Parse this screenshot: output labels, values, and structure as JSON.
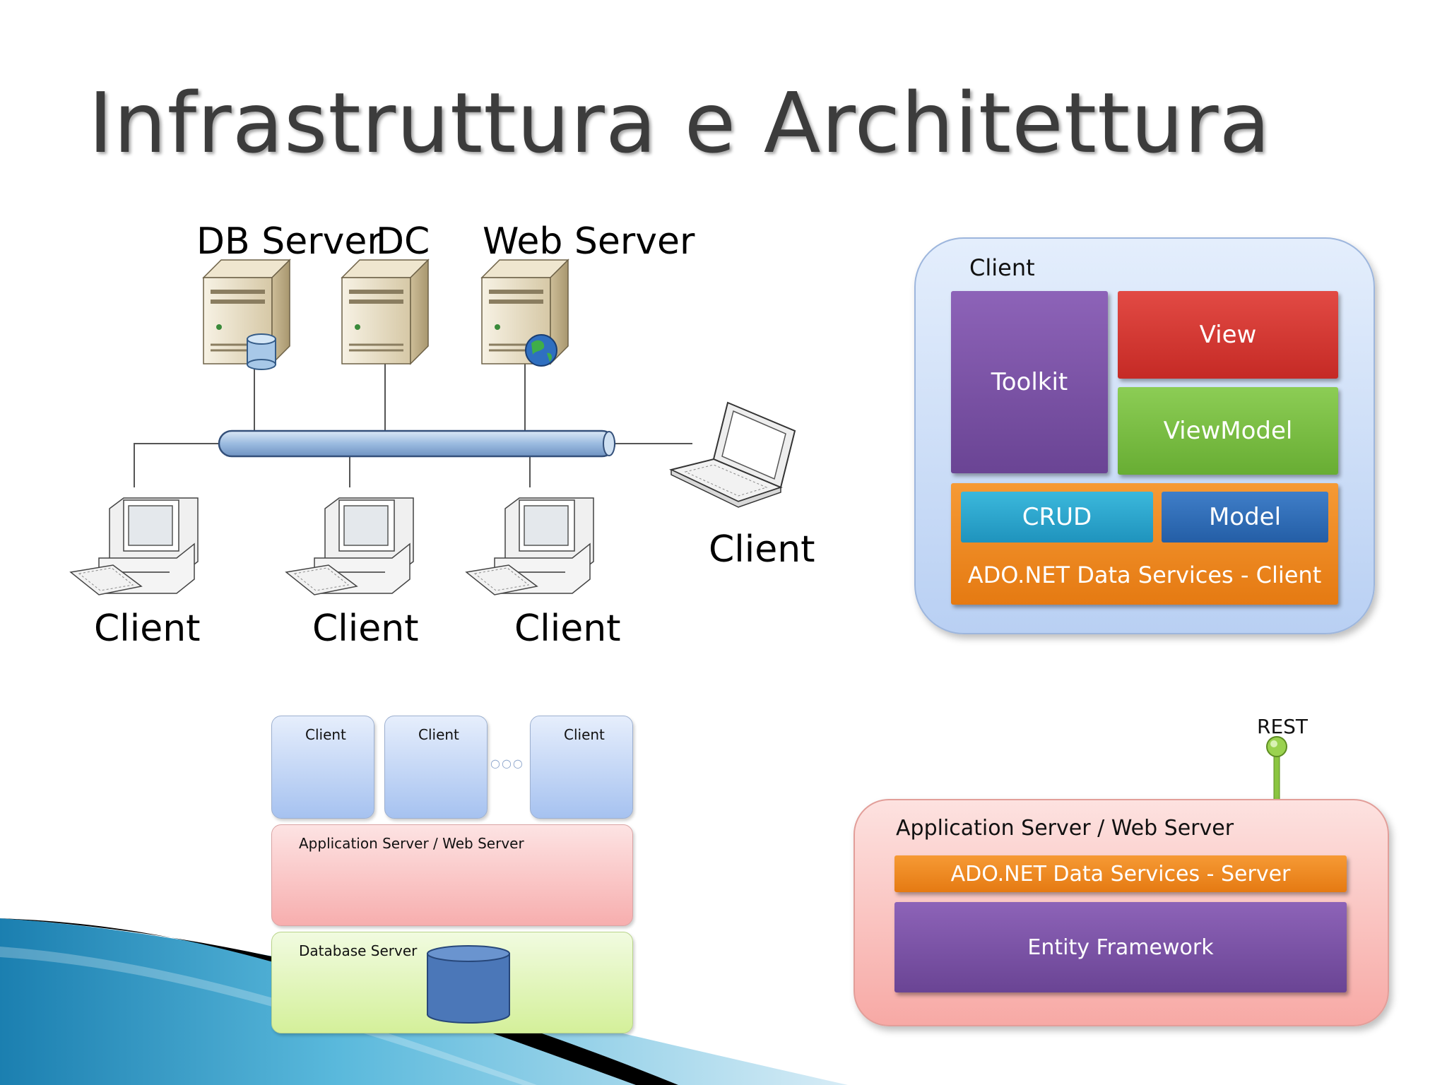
{
  "title": "Infrastruttura e Architettura",
  "network": {
    "labels": {
      "db_server": "DB Server",
      "dc": "DC",
      "web_server": "Web Server",
      "client_laptop": "Client",
      "client_1": "Client",
      "client_2": "Client",
      "client_3": "Client"
    },
    "colors": {
      "bus": "#9bbbe0",
      "server": "#e9dfc6",
      "disk": "#a8c8e8",
      "globe": "#2f6fc0"
    }
  },
  "client_arch": {
    "title": "Client",
    "toolkit": "Toolkit",
    "view": "View",
    "viewmodel": "ViewModel",
    "crud": "CRUD",
    "model": "Model",
    "ado_client": "ADO.NET Data Services - Client",
    "colors": {
      "panel": "#c4d9f7",
      "toolkit": "#7b51a5",
      "view": "#d83a34",
      "viewmodel": "#7cc242",
      "crud": "#29a8cf",
      "model": "#2e6bb7",
      "ado": "#f28a1d"
    }
  },
  "tier_diagram": {
    "client_1": "Client",
    "client_2": "Client",
    "client_3": "Client",
    "ellipsis": "○○○",
    "app_server": "Application Server / Web Server",
    "db_server": "Database Server"
  },
  "server_arch": {
    "rest": "REST",
    "title": "Application Server / Web Server",
    "ado_server": "ADO.NET Data Services - Server",
    "entity_framework": "Entity Framework",
    "colors": {
      "panel": "#f9b8b4",
      "ado": "#f28a1d",
      "ef": "#7b51a5",
      "rest": "#8bc540"
    }
  }
}
